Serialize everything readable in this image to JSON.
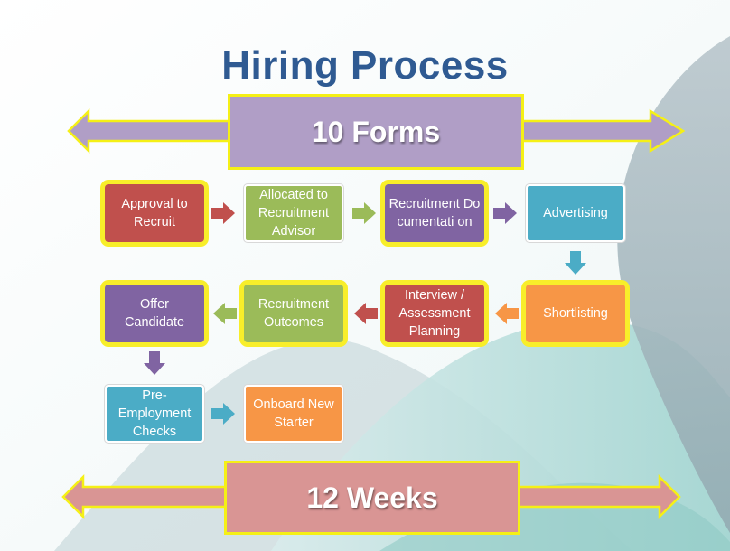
{
  "title": "Hiring Process",
  "banners": {
    "top": "10 Forms",
    "bottom": "12 Weeks"
  },
  "steps": [
    {
      "label": "Approval to Recruit"
    },
    {
      "label": "Allocated to Recruitment Advisor"
    },
    {
      "label": "Recruitment Documentati on"
    },
    {
      "label": "Advertising"
    },
    {
      "label": "Shortlisting"
    },
    {
      "label": "Interview / Assessment Planning"
    },
    {
      "label": "Recruitment Outcomes"
    },
    {
      "label": "Offer Candidate"
    },
    {
      "label": "Pre-Employment Checks"
    },
    {
      "label": "Onboard New Starter"
    }
  ],
  "colors": {
    "red": "#c0504d",
    "green": "#9bbb59",
    "purple": "#8064a2",
    "teal": "#4bacc6",
    "orange": "#f79646",
    "highlight": "#f8ee2a",
    "title": "#2f5a92",
    "banner_top": "#b09ec6",
    "banner_bottom": "#d99594"
  }
}
